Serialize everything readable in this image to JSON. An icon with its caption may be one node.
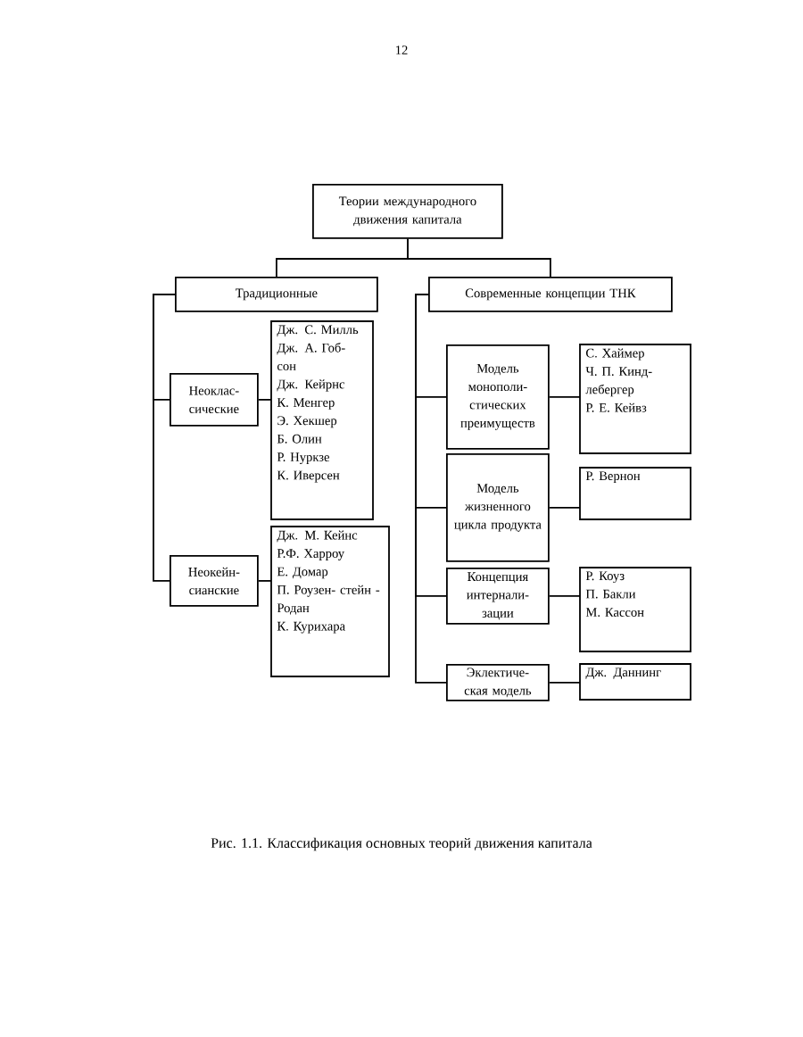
{
  "diagram": {
    "caption": "Рис. 1.1. Классификация основных теорий движения капитала",
    "nodes": [
      {
        "text": [
          "Теории международного движения капитала"
        ]
      },
      {
        "text": [
          "Традиционные"
        ]
      },
      {
        "text": [
          "Современные концепции ТНК"
        ]
      },
      {
        "text": [
          "Неоклас- сические"
        ]
      },
      {
        "text": [
          "Дж. С. Милль",
          "Дж. А. Гоб- сон",
          "Дж. Кейрнс",
          "К. Менгер",
          "Э. Хекшер",
          "Б. Олин",
          "Р. Нуркзе",
          "К. Иверсен"
        ]
      },
      {
        "text": [
          "Неокейн- сианские"
        ]
      },
      {
        "text": [
          "Дж. М. Кейнс",
          "Р.Ф. Харроу",
          "Е. Домар",
          "П. Роузен- стейн - Родан",
          "К. Курихара"
        ]
      },
      {
        "text": [
          "Модель монополи- стических преимуществ"
        ]
      },
      {
        "text": [
          "С. Хаймер",
          "Ч. П. Кинд- лебергер",
          "Р. Е. Кейвз"
        ]
      },
      {
        "text": [
          "Модель жизненного цикла продукта"
        ]
      },
      {
        "text": [
          "Р. Вернон"
        ]
      },
      {
        "text": [
          "Концепция интернали- зации"
        ]
      },
      {
        "text": [
          "Р. Коуз",
          "П. Бакли",
          "М. Кассон"
        ]
      },
      {
        "text": [
          "Эклектиче- ская модель"
        ]
      },
      {
        "text": [
          "Дж. Даннинг"
        ]
      }
    ],
    "edges": [
      {
        "from": 0,
        "to": 1,
        "arrow": "none"
      },
      {
        "from": 0,
        "to": 2,
        "arrow": "none"
      },
      {
        "from": 1,
        "to": 3,
        "arrow": "none"
      },
      {
        "from": 1,
        "to": 5,
        "arrow": "none"
      },
      {
        "from": 3,
        "to": 4,
        "arrow": "none"
      },
      {
        "from": 5,
        "to": 6,
        "arrow": "none"
      },
      {
        "from": 2,
        "to": 7,
        "arrow": "none"
      },
      {
        "from": 2,
        "to": 9,
        "arrow": "none"
      },
      {
        "from": 2,
        "to": 11,
        "arrow": "none"
      },
      {
        "from": 2,
        "to": 13,
        "arrow": "none"
      },
      {
        "from": 7,
        "to": 8,
        "arrow": "none"
      },
      {
        "from": 9,
        "to": 10,
        "arrow": "none"
      },
      {
        "from": 11,
        "to": 12,
        "arrow": "none"
      },
      {
        "from": 13,
        "to": 14,
        "arrow": "none"
      }
    ],
    "labels": [
      "12"
    ]
  }
}
